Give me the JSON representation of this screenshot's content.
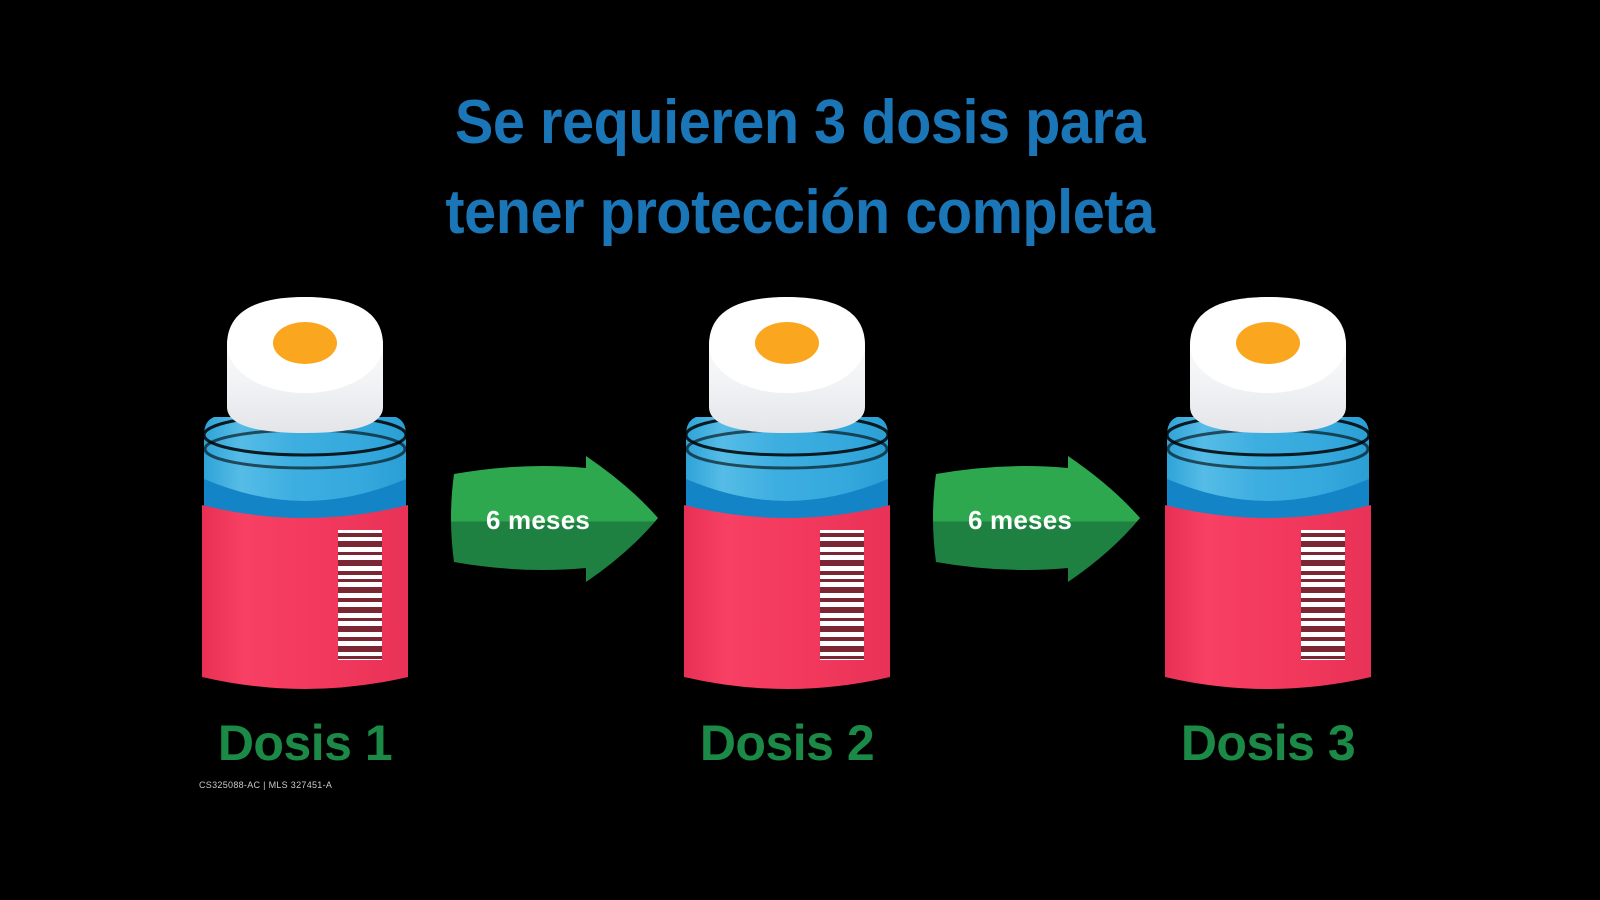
{
  "page": {
    "background_color": "#000000",
    "title": "Se requieren 3 dosis para\ntener protección completa",
    "title_color": "#1B76B8"
  },
  "colors": {
    "title_blue": "#1B76B8",
    "caption_green": "#1C8A47",
    "arrow_green_light": "#2EA84E",
    "arrow_green_dark": "#1E8142",
    "vial_glass_blue": "#3DAEE0",
    "vial_liquid_blue": "#1384C6",
    "vial_label_crimson": "#F3395E",
    "vial_cap_white": "#F4F5F7",
    "vial_cap_center_orange": "#FAA61E",
    "barcode_white": "#FFFFFF",
    "barcode_stripe": "#7A2633",
    "fineprint_gray": "#C9C9C9"
  },
  "vials": [
    {
      "caption": "Dosis 1",
      "cap_icon": "vial-cap-icon",
      "barcode_icon": "barcode-icon",
      "label_color": "#F3395E"
    },
    {
      "caption": "Dosis 2",
      "cap_icon": "vial-cap-icon",
      "barcode_icon": "barcode-icon",
      "label_color": "#F3395E"
    },
    {
      "caption": "Dosis 3",
      "cap_icon": "vial-cap-icon",
      "barcode_icon": "barcode-icon",
      "label_color": "#F3395E"
    }
  ],
  "arrows": [
    {
      "label": "6 meses",
      "icon": "arrow-right-icon"
    },
    {
      "label": "6 meses",
      "icon": "arrow-right-icon"
    }
  ],
  "fineprint": "CS325088-AC | MLS 327451-A"
}
